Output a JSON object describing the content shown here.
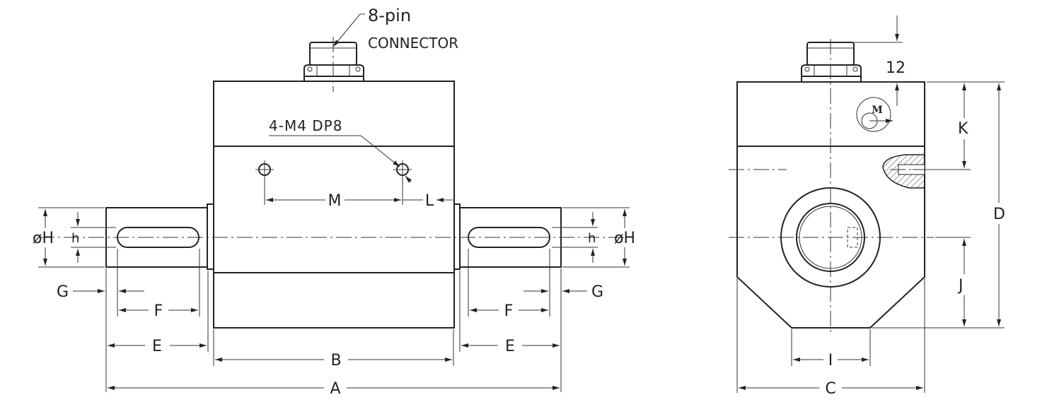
{
  "connector": {
    "pin_label": "8-pin",
    "connector_label": "CONNECTOR"
  },
  "thread_note": "4-M4 DP8",
  "moment_symbol": "M",
  "dimensions": {
    "A": "A",
    "B": "B",
    "C": "C",
    "D": "D",
    "E_left": "E",
    "E_right": "E",
    "F_left": "F",
    "F_right": "F",
    "G_left": "G",
    "G_right": "G",
    "H_left": "øH",
    "H_right": "øH",
    "h_left": "h",
    "h_right": "h",
    "I": "I",
    "J": "J",
    "K": "K",
    "L": "L",
    "M": "M",
    "connector_height": "12"
  }
}
